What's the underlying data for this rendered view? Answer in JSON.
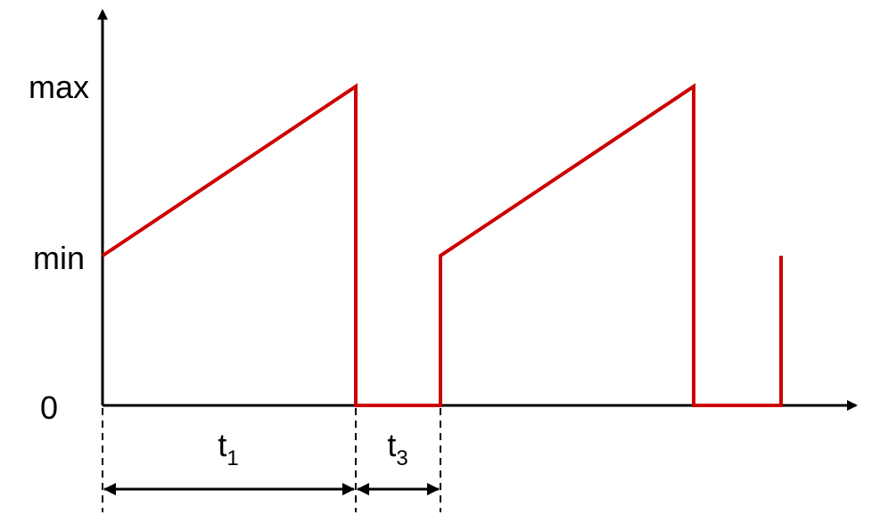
{
  "y_axis": {
    "tick_labels": [
      "max",
      "min",
      "0"
    ]
  },
  "intervals": [
    {
      "symbol": "t",
      "subscript": "1"
    },
    {
      "symbol": "t",
      "subscript": "3"
    }
  ],
  "colors": {
    "waveform": "#cc0000",
    "axes": "#000000",
    "background": "#ffffff"
  }
}
